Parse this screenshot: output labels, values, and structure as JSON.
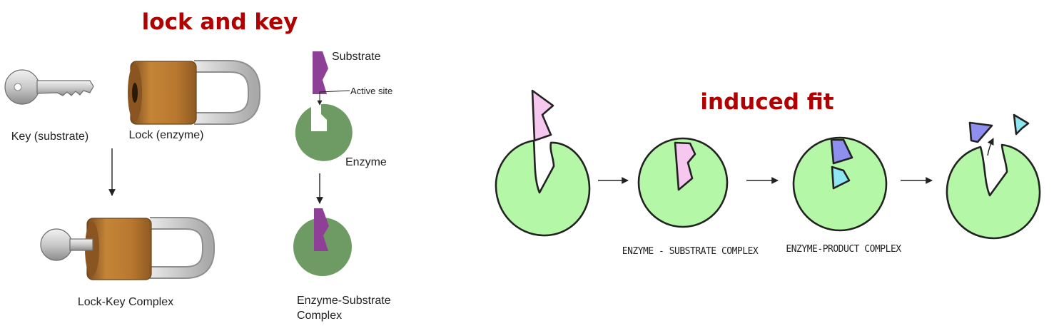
{
  "lock_and_key": {
    "title": "lock and key",
    "key_label": "Key (substrate)",
    "lock_label": "Lock (enzyme)",
    "complex_label": "Lock-Key Complex",
    "substrate_label": "Substrate",
    "active_site_label": "Active site",
    "enzyme_label": "Enzyme",
    "es_complex_line1": "Enzyme-Substrate",
    "es_complex_line2": "Complex"
  },
  "induced_fit": {
    "title": "induced fit",
    "es_complex_label": "ENZYME - SUBSTRATE COMPLEX",
    "ep_complex_label": "ENZYME-PRODUCT COMPLEX"
  },
  "colors": {
    "title": "#b00000",
    "key_gray": "#c8c8c8",
    "lock_brown": "#b8772f",
    "substrate_purple": "#8e3f96",
    "enzyme_green": "#6e9b63",
    "induced_green": "#b4f7a6",
    "substrate_pink": "#f7c8ef",
    "product_blue": "#8f8ff0",
    "product_cyan": "#8fe6f3"
  }
}
